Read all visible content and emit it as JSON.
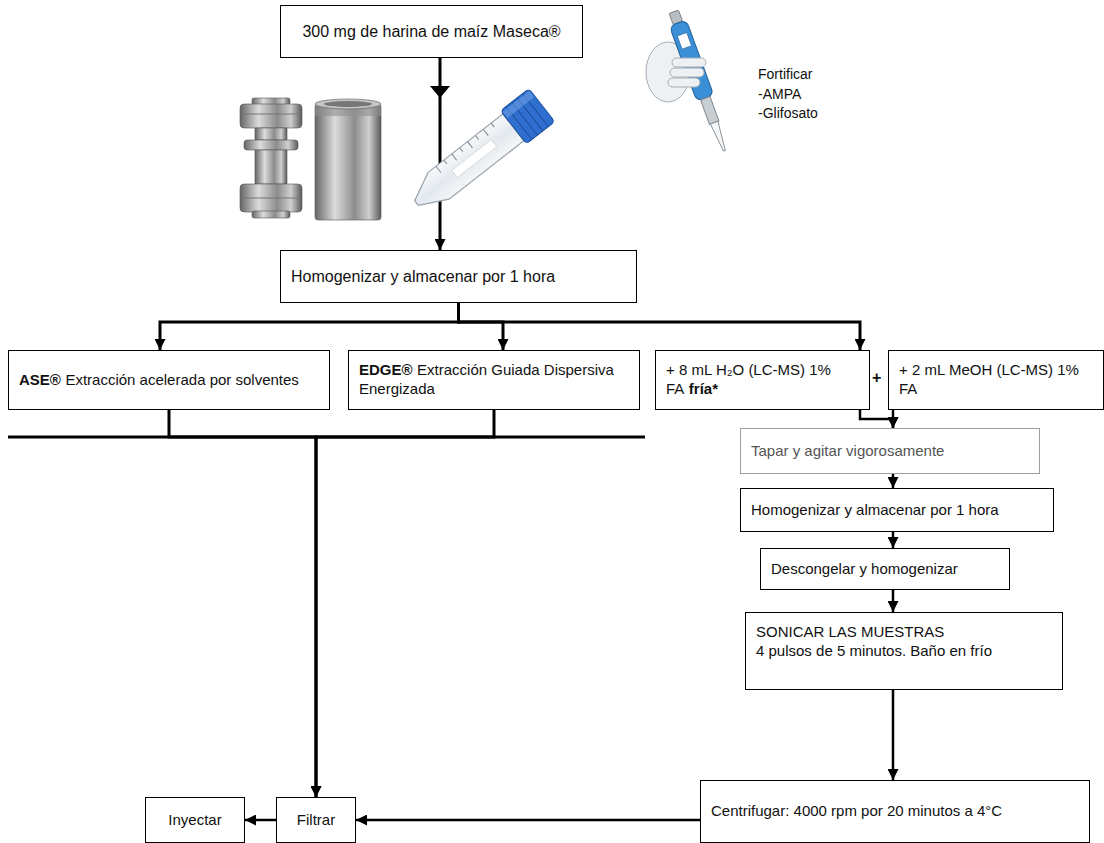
{
  "diagram": {
    "nodes": [
      {
        "text": [
          "300 mg de harina de maíz Maseca®"
        ]
      },
      {
        "text": [
          "Homogenizar y almacenar por 1 hora"
        ]
      },
      {
        "text": [
          "ASE®",
          "Extracción acelerada por solventes"
        ]
      },
      {
        "text": [
          "EDGE®",
          "Extracción Guiada Dispersiva Energizada"
        ]
      },
      {
        "text": [
          "+ 8 mL H₂O (LC-MS) 1% FA",
          "fría*"
        ]
      },
      {
        "text": [
          "+ 2 mL MeOH (LC-MS) 1% FA"
        ]
      },
      {
        "text": [
          "Tapar y agitar vigorosamente"
        ]
      },
      {
        "text": [
          "Homogenizar y almacenar por 1 hora"
        ]
      },
      {
        "text": [
          "Descongelar y homogenizar"
        ]
      },
      {
        "text": [
          "SONICAR LAS MUESTRAS",
          "4 pulsos de 5 minutos. Baño en frío"
        ]
      },
      {
        "text": [
          "Inyectar"
        ]
      },
      {
        "text": [
          "Filtrar"
        ]
      },
      {
        "text": [
          "Centrifugar: 4000 rpm por 20 minutos a 4°C"
        ]
      }
    ],
    "edges": [
      {
        "from": 0,
        "to": 1,
        "arrow": "to"
      },
      {
        "from": 1,
        "to": 2,
        "arrow": "to"
      },
      {
        "from": 1,
        "to": 3,
        "arrow": "to"
      },
      {
        "from": 1,
        "to": 4,
        "arrow": "to"
      },
      {
        "from": 2,
        "to": 11,
        "arrow": "to"
      },
      {
        "from": 3,
        "to": 11,
        "arrow": "to"
      },
      {
        "from": 4,
        "to": 6,
        "arrow": "to"
      },
      {
        "from": 5,
        "to": 6,
        "arrow": "to"
      },
      {
        "from": 6,
        "to": 7,
        "arrow": "to"
      },
      {
        "from": 7,
        "to": 8,
        "arrow": "to"
      },
      {
        "from": 8,
        "to": 9,
        "arrow": "to"
      },
      {
        "from": 9,
        "to": 12,
        "arrow": "to"
      },
      {
        "from": 12,
        "to": 11,
        "arrow": "to"
      },
      {
        "from": 11,
        "to": 10,
        "arrow": "to"
      }
    ],
    "labels": [
      "Fortificar",
      "-AMPA",
      "-Glifosato",
      "+"
    ]
  }
}
